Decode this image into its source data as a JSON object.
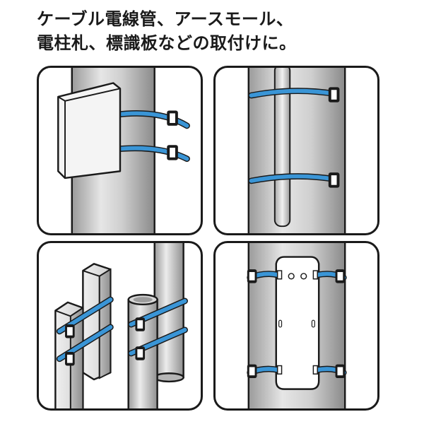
{
  "headline": {
    "line1": "ケーブル電線管、アースモール、",
    "line2": "電柱札、標識板などの取付けに。"
  },
  "colors": {
    "band": "#3a95d6",
    "outline": "#1a1a1a",
    "metal_light": "#eeeeee",
    "metal_mid": "#c8c8c8",
    "metal_dark": "#8f8f8f",
    "buckle": "#1a1a1a"
  },
  "panels": [
    {
      "scene": "box-on-pole",
      "icon": "pole-box-band-icon"
    },
    {
      "scene": "conduit-on-pole",
      "icon": "pole-conduit-band-icon"
    },
    {
      "scene": "posts-and-pipes",
      "icon": "posts-pipes-band-icon"
    },
    {
      "scene": "sign-plate-on-pole",
      "icon": "pole-sign-band-icon"
    }
  ]
}
